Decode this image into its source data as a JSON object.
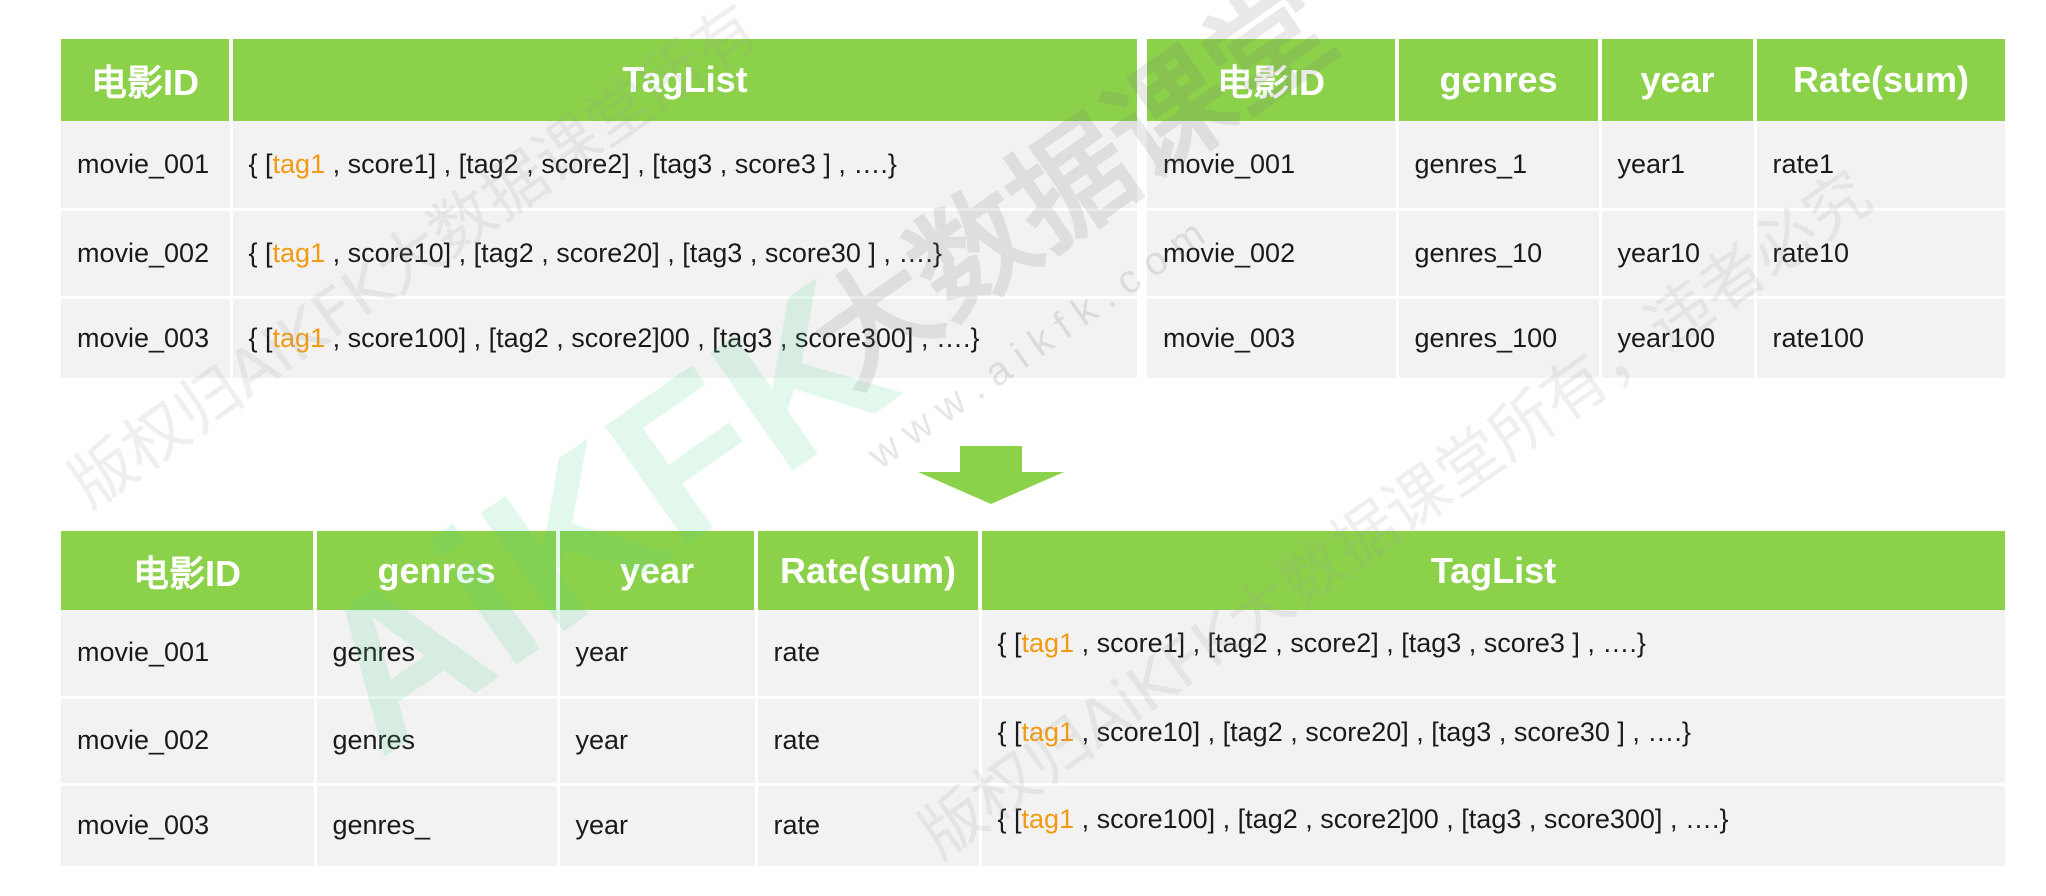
{
  "colors": {
    "header_bg": "#8cd14a",
    "header_text": "#ffffff",
    "cell_bg": "#f2f2f2",
    "highlight": "#f19a12"
  },
  "table_a": {
    "headers": [
      "电影ID",
      "TagList"
    ],
    "rows": [
      {
        "id": "movie_001",
        "tags": {
          "pre": "{ [",
          "tag": "tag1",
          "post": " , score1] , [tag2 , score2] , [tag3 , score3 ] , ….}"
        }
      },
      {
        "id": "movie_002",
        "tags": {
          "pre": "{ [",
          "tag": "tag1",
          "post": " , score10] , [tag2 , score20] , [tag3 , score30 ] , ….}"
        }
      },
      {
        "id": "movie_003",
        "tags": {
          "pre": "{ [",
          "tag": "tag1",
          "post": " , score100] , [tag2 , score2]00 , [tag3 , score300] , ….}"
        }
      }
    ]
  },
  "table_b": {
    "headers": [
      "电影ID",
      "genres",
      "year",
      "Rate(sum)"
    ],
    "rows": [
      [
        "movie_001",
        "genres_1",
        "year1",
        "rate1"
      ],
      [
        "movie_002",
        "genres_10",
        "year10",
        "rate10"
      ],
      [
        "movie_003",
        "genres_100",
        "year100",
        "rate100"
      ]
    ]
  },
  "table_c": {
    "headers": [
      "电影ID",
      "genres",
      "year",
      "Rate(sum)",
      "TagList"
    ],
    "rows": [
      {
        "cells": [
          "movie_001",
          "genres",
          "year",
          "rate"
        ],
        "tags": {
          "pre": "{ [",
          "tag": "tag1",
          "post": " , score1] , [tag2 , score2] , [tag3 , score3 ] , ….}"
        }
      },
      {
        "cells": [
          "movie_002",
          "genres",
          "year",
          "rate"
        ],
        "tags": {
          "pre": "{ [",
          "tag": "tag1",
          "post": " , score10] , [tag2 , score20] , [tag3 , score30 ] , ….}"
        }
      },
      {
        "cells": [
          "movie_003",
          "genres_",
          "year",
          "rate"
        ],
        "tags": {
          "pre": "{ [",
          "tag": "tag1",
          "post": " , score100] , [tag2 , score2]00 , [tag3 , score300] , ….}"
        }
      }
    ]
  },
  "watermark": {
    "logo": "AiKFK",
    "brand": "大数据课堂",
    "url": "w w w . a i k f k . c o m",
    "copyright_1": "版权归AiKFK大数据课堂所有",
    "copyright_2": "版权归AiKFK大数据课堂所有，违者必究"
  }
}
